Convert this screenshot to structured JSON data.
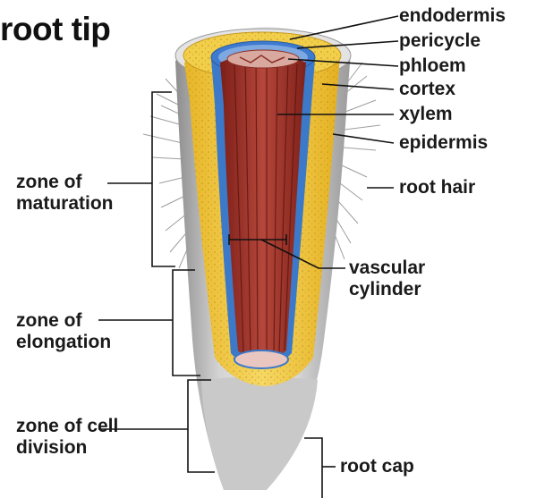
{
  "title": "root tip",
  "labels": {
    "endodermis": "endodermis",
    "pericycle": "pericycle",
    "phloem": "phloem",
    "cortex": "cortex",
    "xylem": "xylem",
    "epidermis": "epidermis",
    "root_hair": "root hair",
    "vascular_cylinder": "vascular cylinder",
    "zone_maturation": "zone of maturation",
    "zone_elongation": "zone of elongation",
    "zone_cell_division": "zone of cell division",
    "root_cap": "root cap"
  },
  "colors": {
    "epidermis": "#b9b9b9",
    "cortex": "#f0c93c",
    "endodermis": "#3c79c8",
    "xylem": "#a4362c",
    "phloem": "#d9a9a0"
  }
}
